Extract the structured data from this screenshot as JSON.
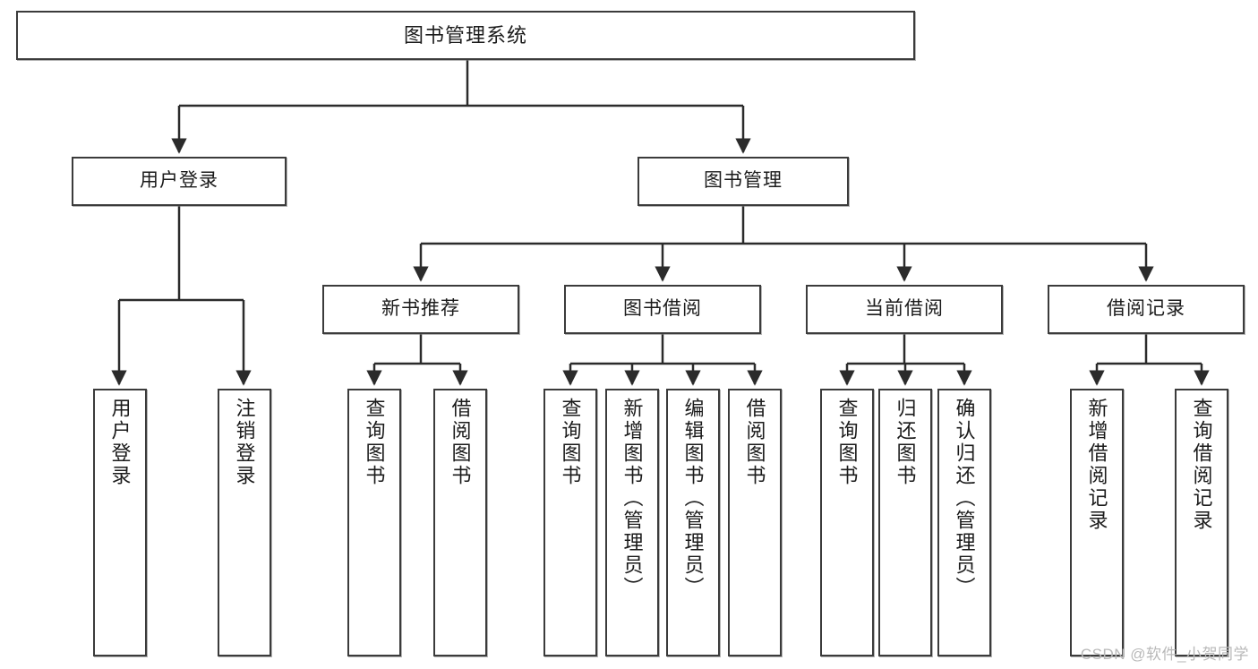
{
  "diagram": {
    "title": "图书管理系统",
    "type": "tree-hierarchy-diagram",
    "colors": {
      "box_border": "#3b3b3b",
      "box_fill": "#ffffff",
      "edge": "#2b2b2b",
      "text": "#1b1b1b",
      "watermark": "#b9b9b9",
      "canvas": "#ffffff"
    },
    "root": {
      "label": "图书管理系统"
    },
    "level2": [
      {
        "label": "用户登录"
      },
      {
        "label": "图书管理"
      }
    ],
    "level3": [
      {
        "label": "新书推荐"
      },
      {
        "label": "图书借阅"
      },
      {
        "label": "当前借阅"
      },
      {
        "label": "借阅记录"
      }
    ],
    "leaves": {
      "user_login": [
        {
          "label": "用户登录"
        },
        {
          "label": "注销登录"
        }
      ],
      "new_book_recommend": [
        {
          "label": "查询图书"
        },
        {
          "label": "借阅图书"
        }
      ],
      "book_borrow": [
        {
          "label": "查询图书"
        },
        {
          "label": "新增图书（管理员）"
        },
        {
          "label": "编辑图书（管理员）"
        },
        {
          "label": "借阅图书"
        }
      ],
      "current_borrow": [
        {
          "label": "查询图书"
        },
        {
          "label": "归还图书"
        },
        {
          "label": "确认归还（管理员）"
        }
      ],
      "borrow_record": [
        {
          "label": "新增借阅记录"
        },
        {
          "label": "查询借阅记录"
        }
      ]
    }
  },
  "watermark": {
    "text": "CSDN @软件_小贺同学"
  }
}
